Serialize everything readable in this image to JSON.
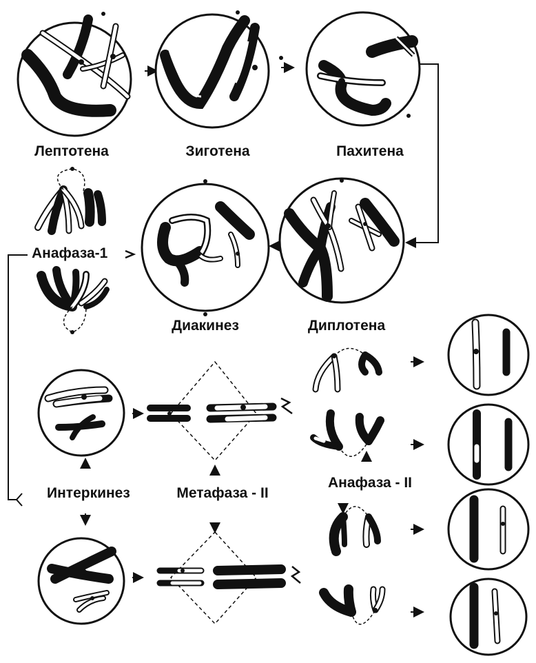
{
  "stages": {
    "leptotene": "Лептотена",
    "zygotene": "Зиготена",
    "pachytene": "Пахитена",
    "diplotene": "Диплотена",
    "diakinesis": "Диакинез",
    "anaphase1": "Анафаза-1",
    "interkinesis": "Интеркинез",
    "metaphase2": "Метафаза - II",
    "anaphase2": "Анафаза - II"
  },
  "colors": {
    "ink": "#111111",
    "paper": "#ffffff"
  }
}
